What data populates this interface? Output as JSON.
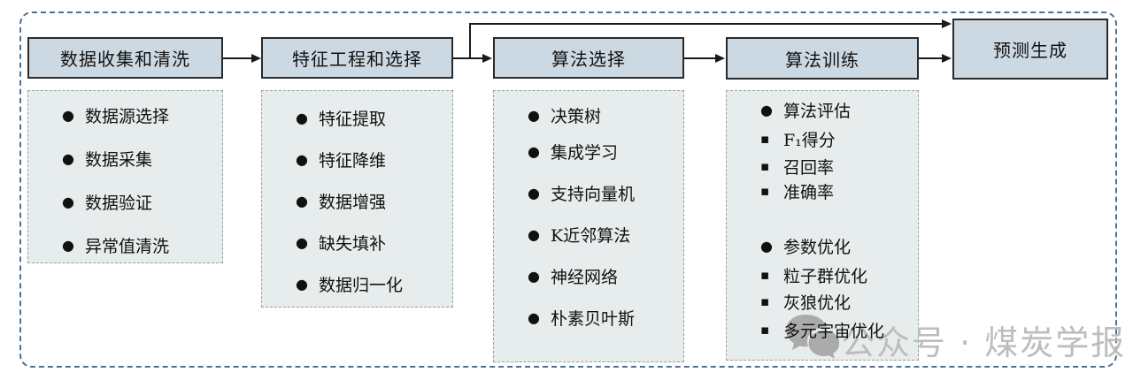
{
  "diagram": {
    "stages": [
      {
        "title": "数据收集和清洗",
        "items": [
          {
            "bullet": "dot",
            "text": "数据源选择"
          },
          {
            "bullet": "dot",
            "text": "数据采集"
          },
          {
            "bullet": "dot",
            "text": "数据验证"
          },
          {
            "bullet": "dot",
            "text": "异常值清洗"
          }
        ]
      },
      {
        "title": "特征工程和选择",
        "items": [
          {
            "bullet": "dot",
            "text": "特征提取"
          },
          {
            "bullet": "dot",
            "text": "特征降维"
          },
          {
            "bullet": "dot",
            "text": "数据增强"
          },
          {
            "bullet": "dot",
            "text": "缺失填补"
          },
          {
            "bullet": "dot",
            "text": "数据归一化"
          }
        ]
      },
      {
        "title": "算法选择",
        "items": [
          {
            "bullet": "dot",
            "text": "决策树"
          },
          {
            "bullet": "dot",
            "text": "集成学习"
          },
          {
            "bullet": "dot",
            "text": "支持向量机"
          },
          {
            "bullet": "dot",
            "text": "K近邻算法"
          },
          {
            "bullet": "dot",
            "text": "神经网络"
          },
          {
            "bullet": "dot",
            "text": "朴素贝叶斯"
          }
        ]
      },
      {
        "title": "算法训练",
        "items": [
          {
            "bullet": "dot",
            "text": "算法评估"
          },
          {
            "bullet": "square",
            "text": "F₁得分"
          },
          {
            "bullet": "square",
            "text": "召回率"
          },
          {
            "bullet": "square",
            "text": "准确率"
          },
          {
            "bullet": "dot",
            "text": "参数优化"
          },
          {
            "bullet": "square",
            "text": "粒子群优化"
          },
          {
            "bullet": "square",
            "text": "灰狼优化"
          },
          {
            "bullet": "square",
            "text": "多元宇宙优化"
          }
        ]
      },
      {
        "title": "预测生成",
        "items": []
      }
    ]
  },
  "icons": {
    "dot_bullet": "●",
    "square_bullet": "▪"
  },
  "watermark": {
    "text": "公众号 · 煤炭学报"
  },
  "colors": {
    "header_fill": "#cdd9e2",
    "list_fill": "#e7eced",
    "outer_border": "#4f7191",
    "line": "#1a1a1a",
    "watermark_gray": "#bdbdbd"
  }
}
